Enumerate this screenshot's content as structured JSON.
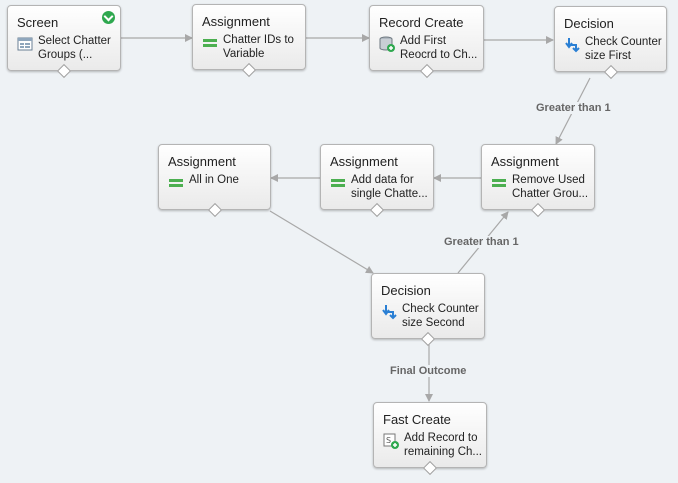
{
  "nodes": {
    "screen": {
      "title": "Screen",
      "desc": "Select Chatter Groups (...",
      "icon": "screen-icon"
    },
    "assign_ids": {
      "title": "Assignment",
      "desc": "Chatter IDs to Variable",
      "icon": "assignment-icon"
    },
    "record_create": {
      "title": "Record Create",
      "desc": "Add First Reocrd to Ch...",
      "icon": "record-create-icon"
    },
    "decision_first": {
      "title": "Decision",
      "desc": "Check Counter size First",
      "icon": "decision-icon"
    },
    "assign_all": {
      "title": "Assignment",
      "desc": "All in One",
      "icon": "assignment-icon"
    },
    "assign_add": {
      "title": "Assignment",
      "desc": "Add data for single Chatte...",
      "icon": "assignment-icon"
    },
    "assign_remove": {
      "title": "Assignment",
      "desc": "Remove Used Chatter Grou...",
      "icon": "assignment-icon"
    },
    "decision_second": {
      "title": "Decision",
      "desc": "Check Counter size Second",
      "icon": "decision-icon"
    },
    "fast_create": {
      "title": "Fast Create",
      "desc": "Add Record to remaining Ch...",
      "icon": "fast-create-icon"
    }
  },
  "edges": {
    "greater_first": "Greater than 1",
    "greater_second": "Greater than 1",
    "final_outcome": "Final Outcome"
  },
  "colors": {
    "canvas": "#eef2f5",
    "connector": "#a8a8a8",
    "start_marker": "#2fa84f"
  }
}
